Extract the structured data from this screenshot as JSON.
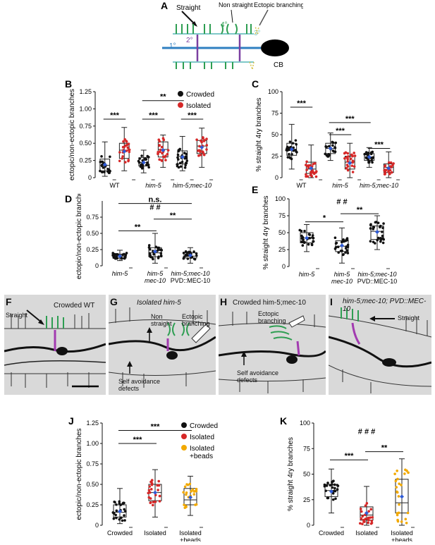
{
  "panelA": {
    "label": "A",
    "annotations": {
      "straight": "Straight",
      "non_straight": "Non straight",
      "ectopic": "Ectopic branching",
      "order1": "1°",
      "order2": "2°",
      "order3": "3°",
      "order4": "4°",
      "cell_body": "CB"
    },
    "colors": {
      "primary": "#2f7fc1",
      "secondary": "#7b3fa0",
      "tertiary": "#7ec8c8",
      "quaternary": "#2e9e52",
      "ectopic": "#d6c24a"
    }
  },
  "legend_BC": {
    "crowded": "Crowded",
    "isolated": "Isolated"
  },
  "legend_J": {
    "crowded": "Crowded",
    "isolated": "Isolated",
    "isolated_beads": "Isolated +beads"
  },
  "colors": {
    "crowded": "#111111",
    "isolated": "#d62828",
    "isolated_beads": "#f2a900",
    "mean": "#2f5bd6"
  },
  "chart_data": [
    {
      "panel": "B",
      "type": "box",
      "ylabel": "ectopic/non-ectopic branches",
      "ylim": [
        0,
        1.25
      ],
      "yticks": [
        0,
        0.25,
        0.5,
        0.75,
        1.0,
        1.25
      ],
      "ytick_labels": [
        "0",
        "0.25",
        "0.50",
        "0.75",
        "1.00",
        "1.25"
      ],
      "categories": [
        "WT",
        "him-5",
        "him-5;mec-10"
      ],
      "series": [
        {
          "name": "Crowded",
          "boxes": [
            [
              0.02,
              0.1,
              0.18,
              0.27,
              0.52
            ],
            [
              0.07,
              0.17,
              0.22,
              0.29,
              0.4
            ],
            [
              0.1,
              0.2,
              0.31,
              0.39,
              0.6
            ]
          ],
          "means": [
            0.19,
            0.22,
            0.3
          ]
        },
        {
          "name": "Isolated",
          "boxes": [
            [
              0.1,
              0.28,
              0.4,
              0.5,
              0.73
            ],
            [
              0.15,
              0.3,
              0.41,
              0.52,
              0.62
            ],
            [
              0.15,
              0.35,
              0.46,
              0.54,
              0.72
            ]
          ],
          "means": [
            0.38,
            0.4,
            0.44
          ]
        }
      ],
      "significance": [
        {
          "label": "***",
          "from": 0,
          "to": 1,
          "y": 0.85
        },
        {
          "label": "***",
          "from": 2,
          "to": 3,
          "y": 0.85
        },
        {
          "label": "***",
          "from": 4,
          "to": 5,
          "y": 0.85
        },
        {
          "label": "**",
          "from": 2,
          "to": 4,
          "y": 1.12
        }
      ]
    },
    {
      "panel": "C",
      "type": "box",
      "ylabel": "% straight 4ry branches",
      "ylim": [
        0,
        100
      ],
      "yticks": [
        0,
        25,
        50,
        75,
        100
      ],
      "ytick_labels": [
        "0",
        "25",
        "50",
        "75",
        "100"
      ],
      "categories": [
        "WT",
        "him-5",
        "him-5;mec-10"
      ],
      "series": [
        {
          "name": "Crowded",
          "boxes": [
            [
              10,
              26,
              33,
              40,
              62
            ],
            [
              20,
              28,
              34,
              40,
              52
            ],
            [
              12,
              20,
              24,
              28,
              35
            ]
          ],
          "means": [
            33,
            34,
            24
          ]
        },
        {
          "name": "Isolated",
          "boxes": [
            [
              0,
              5,
              10,
              18,
              38
            ],
            [
              0,
              10,
              18,
              25,
              40
            ],
            [
              0,
              6,
              12,
              16,
              30
            ]
          ],
          "means": [
            11,
            17,
            11
          ]
        }
      ],
      "significance": [
        {
          "label": "***",
          "from": 0,
          "to": 1,
          "y": 82
        },
        {
          "label": "***",
          "from": 2,
          "to": 3,
          "y": 50
        },
        {
          "label": "***",
          "from": 4,
          "to": 5,
          "y": 34
        },
        {
          "label": "***",
          "from": 2,
          "to": 4,
          "y": 64
        }
      ]
    },
    {
      "panel": "D",
      "type": "box",
      "ylabel": "ectopic/non-ectopic branches",
      "ylim": [
        0,
        1.0
      ],
      "yticks": [
        0,
        0.25,
        0.5,
        0.75
      ],
      "ytick_labels": [
        "0",
        "0.25",
        "0.50",
        "0.75"
      ],
      "categories": [
        "him-5",
        "him-5; mec-10",
        "him-5;mec-10; PVD::MEC-10"
      ],
      "series": [
        {
          "name": "",
          "boxes": [
            [
              0.08,
              0.12,
              0.15,
              0.18,
              0.24
            ],
            [
              0.04,
              0.14,
              0.2,
              0.28,
              0.5
            ],
            [
              0.04,
              0.12,
              0.15,
              0.2,
              0.28
            ]
          ],
          "means": [
            0.15,
            0.22,
            0.16
          ]
        }
      ],
      "significance": [
        {
          "label": "**",
          "from": 0,
          "to": 1,
          "y": 0.54
        },
        {
          "label": "**",
          "from": 1,
          "to": 2,
          "y": 0.72
        },
        {
          "label": "# #",
          "from": 1,
          "to": 1,
          "y": 0.84
        },
        {
          "label": "n.s.",
          "from": 0,
          "to": 2,
          "y": 0.96
        }
      ]
    },
    {
      "panel": "E",
      "type": "box",
      "ylabel": "% straight 4ry branches",
      "ylim": [
        0,
        100
      ],
      "yticks": [
        0,
        25,
        50,
        75,
        100
      ],
      "ytick_labels": [
        "0",
        "25",
        "50",
        "75",
        "100"
      ],
      "categories": [
        "him-5",
        "him-5; mec-10",
        "him-5;mec-10; PVD::MEC-10"
      ],
      "series": [
        {
          "name": "",
          "boxes": [
            [
              22,
              35,
              42,
              50,
              62
            ],
            [
              5,
              22,
              30,
              38,
              57
            ],
            [
              25,
              40,
              52,
              60,
              75
            ]
          ],
          "means": [
            42,
            31,
            51
          ]
        }
      ],
      "significance": [
        {
          "label": "*",
          "from": 0,
          "to": 1,
          "y": 66
        },
        {
          "label": "**",
          "from": 1,
          "to": 2,
          "y": 78
        },
        {
          "label": "# #",
          "from": 1,
          "to": 1,
          "y": 90
        }
      ]
    },
    {
      "panel": "J",
      "type": "box",
      "ylabel": "ectopic/non-ectopic branches",
      "ylim": [
        0,
        1.25
      ],
      "yticks": [
        0,
        0.25,
        0.5,
        0.75,
        1.0,
        1.25
      ],
      "ytick_labels": [
        "0",
        "0.25",
        "0.50",
        "0.75",
        "1.00",
        "1.25"
      ],
      "categories": [
        "Crowded",
        "Isolated",
        "Isolated +beads"
      ],
      "series": [
        {
          "name": "",
          "boxes": [
            [
              0.02,
              0.1,
              0.16,
              0.25,
              0.45
            ],
            [
              0.1,
              0.3,
              0.4,
              0.5,
              0.68
            ],
            [
              0.12,
              0.25,
              0.31,
              0.45,
              0.6
            ]
          ],
          "means": [
            0.17,
            0.4,
            0.34
          ]
        }
      ],
      "significance": [
        {
          "label": "***",
          "from": 0,
          "to": 1,
          "y": 1.0
        },
        {
          "label": "***",
          "from": 0,
          "to": 2,
          "y": 1.16
        }
      ]
    },
    {
      "panel": "K",
      "type": "box",
      "ylabel": "% straight 4ry branches",
      "ylim": [
        0,
        100
      ],
      "yticks": [
        0,
        25,
        50,
        75,
        100
      ],
      "ytick_labels": [
        "0",
        "25",
        "50",
        "75",
        "100"
      ],
      "categories": [
        "Crowded",
        "Isolated",
        "Isolated +beads"
      ],
      "series": [
        {
          "name": "",
          "boxes": [
            [
              12,
              28,
              34,
              40,
              55
            ],
            [
              0,
              5,
              10,
              18,
              38
            ],
            [
              0,
              12,
              22,
              45,
              65
            ]
          ],
          "means": [
            33,
            12,
            28
          ]
        }
      ],
      "significance": [
        {
          "label": "***",
          "from": 0,
          "to": 1,
          "y": 64
        },
        {
          "label": "**",
          "from": 1,
          "to": 2,
          "y": 72
        },
        {
          "label": "# # #",
          "from": 1,
          "to": 1,
          "y": 88
        }
      ]
    }
  ],
  "micrographs": [
    {
      "label": "F",
      "title": "Crowded WT",
      "notes": [
        "Straight"
      ]
    },
    {
      "label": "G",
      "title": "Isolated him-5",
      "notes": [
        "Non straight",
        "Ectopic branching",
        "Self avoidance defects"
      ]
    },
    {
      "label": "H",
      "title": "Crowded him-5;mec-10",
      "notes": [
        "Ectopic branching",
        "Self avoidance defects"
      ]
    },
    {
      "label": "I",
      "title": "him-5;mec-10; PVD::MEC-10",
      "notes": [
        "Straight"
      ]
    }
  ]
}
